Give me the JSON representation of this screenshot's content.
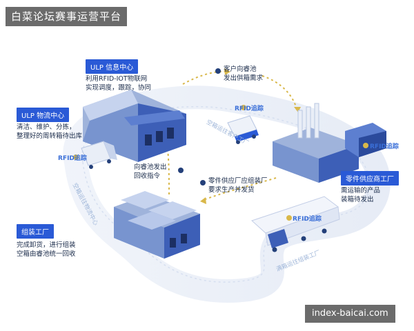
{
  "banner_title": "白菜论坛赛事运营平台",
  "watermark": "index-baicai.com",
  "nodes": {
    "info_center": {
      "tag": "ULP 信息中心",
      "desc": [
        "利用RFID-IOT物联网",
        "实现调度，跟踪，协同"
      ]
    },
    "logistics_center": {
      "tag": "ULP 物流中心",
      "desc": [
        "清洁、维护、分拣，",
        "整理好的周转箱待出库"
      ]
    },
    "assembly_factory": {
      "tag": "组装工厂",
      "desc": [
        "完成卸货，进行组装",
        "空箱由睿池统一回收"
      ]
    },
    "supplier_factory": {
      "tag": "零件供应商工厂",
      "desc": [
        "需运输的产品",
        "装箱待发出"
      ]
    }
  },
  "notes": {
    "customer_demand": [
      "客户向睿池",
      "发出供箱需求"
    ],
    "recycle_order": [
      "向睿池发出",
      "回收指令"
    ],
    "supplier_order": [
      "零件供应厂应组装厂",
      "要求生产并发货"
    ]
  },
  "rfid_labels": [
    "RFID追踪",
    "RFID追踪",
    "RFID追踪",
    "RFID追踪"
  ],
  "road_labels": [
    "空箱运往客户工厂",
    "满箱运往组装工厂",
    "空箱运往物流中心"
  ],
  "colors": {
    "tag_blue": "#2a5ad6",
    "road": "#e9eef7",
    "building": "#3d5fb7",
    "arrow": "#d9b84a"
  }
}
